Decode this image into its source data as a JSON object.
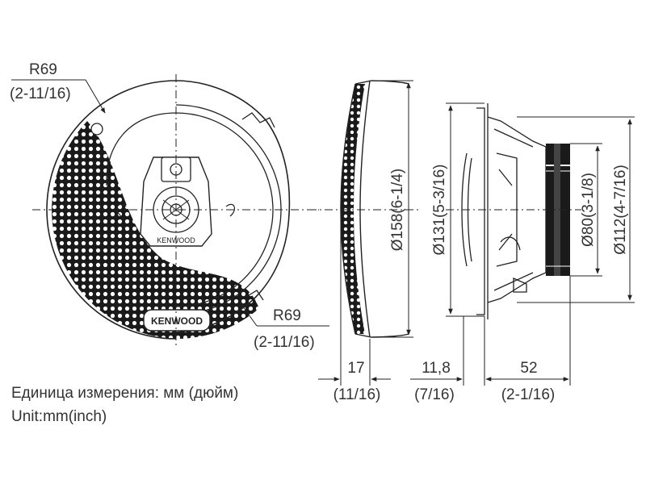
{
  "front_view": {
    "radius_top": {
      "value": "R69",
      "inch": "(2-11/16)"
    },
    "radius_bottom": {
      "value": "R69",
      "inch": "(2-11/16)"
    },
    "brand_center": "KENWOOD",
    "brand_grille": "KENWOOD"
  },
  "side_view": {
    "grille_diameter": "Ø158(6-1/4)",
    "depth_grille": {
      "value": "17",
      "inch": "(11/16)"
    }
  },
  "mount_view": {
    "mount_diameter": "Ø131(5-3/16)",
    "magnet_diameter": "Ø80(3-1/8)",
    "frame_diameter": "Ø112(4-7/16)",
    "flange_depth": {
      "value": "11,8",
      "inch": "(7/16)"
    },
    "mount_depth": {
      "value": "52",
      "inch": "(2-1/16)"
    }
  },
  "units": {
    "ru": "Единица измерения: мм (дюйм)",
    "en": "Unit:mm(inch)"
  },
  "colors": {
    "line": "#222222",
    "grille": "#1a1a1a"
  }
}
